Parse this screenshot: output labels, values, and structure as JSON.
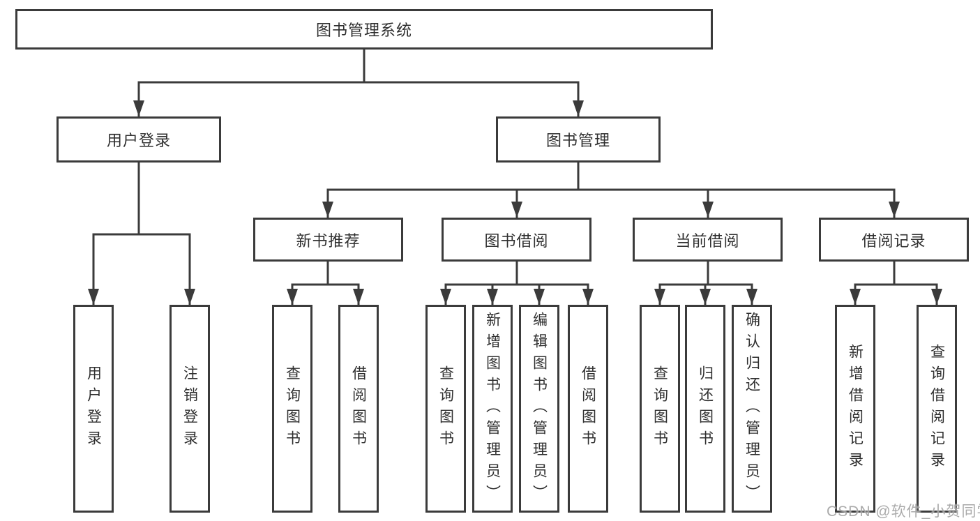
{
  "diagram": {
    "root": {
      "label": "图书管理系统"
    },
    "branches": [
      {
        "label": "用户登录",
        "children": [
          {
            "label": "用户登录"
          },
          {
            "label": "注销登录"
          }
        ]
      },
      {
        "label": "图书管理",
        "children": [
          {
            "label": "新书推荐",
            "children": [
              {
                "label": "查询图书"
              },
              {
                "label": "借阅图书"
              }
            ]
          },
          {
            "label": "图书借阅",
            "children": [
              {
                "label": "查询图书"
              },
              {
                "label": "新增图书（管理员）"
              },
              {
                "label": "编辑图书（管理员）"
              },
              {
                "label": "借阅图书"
              }
            ]
          },
          {
            "label": "当前借阅",
            "children": [
              {
                "label": "查询图书"
              },
              {
                "label": "归还图书"
              },
              {
                "label": "确认归还（管理员）"
              }
            ]
          },
          {
            "label": "借阅记录",
            "children": [
              {
                "label": "新增借阅记录"
              },
              {
                "label": "查询借阅记录"
              }
            ]
          }
        ]
      }
    ]
  },
  "watermark": {
    "text": "CSDN @软件_小贺同学",
    "color": "#9b9b9b"
  },
  "style": {
    "line_color": "#3b3b3b",
    "box_background": "#ffffff",
    "text_color": "#2f2f2f"
  }
}
